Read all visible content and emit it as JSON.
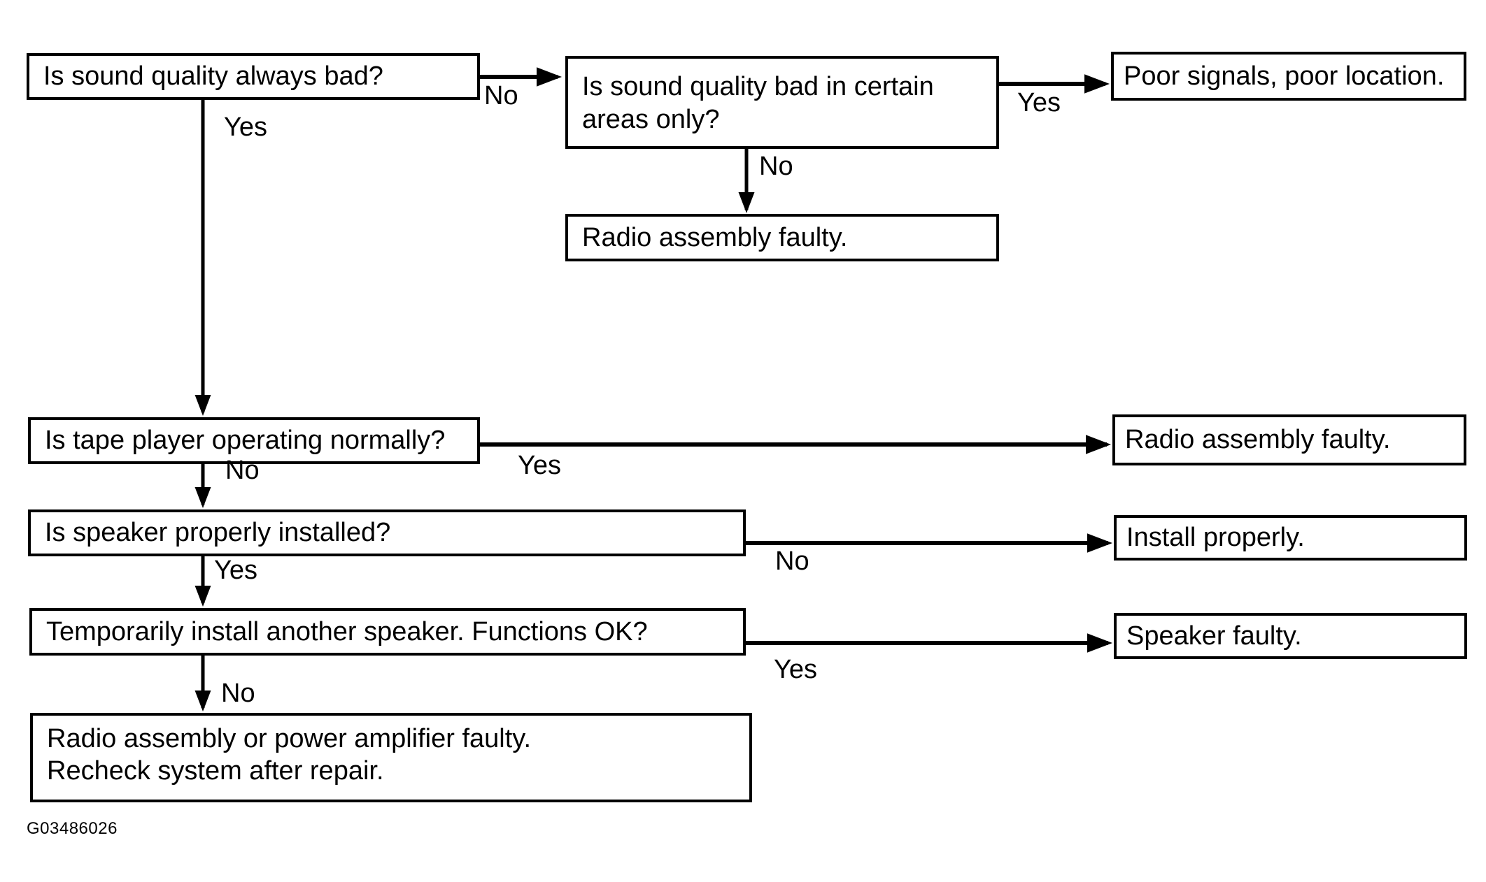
{
  "figure_id": "G03486026",
  "labels": {
    "yes": "Yes",
    "no": "No"
  },
  "nodes": {
    "always_bad": "Is sound quality always bad?",
    "certain_areas": "Is sound quality bad in certain areas only?",
    "poor_signals": "Poor signals, poor location.",
    "radio_faulty_top": "Radio assembly faulty.",
    "tape_player": "Is tape player operating normally?",
    "radio_faulty_mid": "Radio assembly faulty.",
    "speaker_installed": "Is speaker properly installed?",
    "install_properly": "Install properly.",
    "temp_speaker": "Temporarily install another speaker. Functions OK?",
    "speaker_faulty": "Speaker faulty.",
    "radio_amp_line1": "Radio assembly or power amplifier faulty.",
    "radio_amp_line2": "Recheck system after repair."
  },
  "colors": {
    "ink": "#000000",
    "background": "#ffffff"
  }
}
